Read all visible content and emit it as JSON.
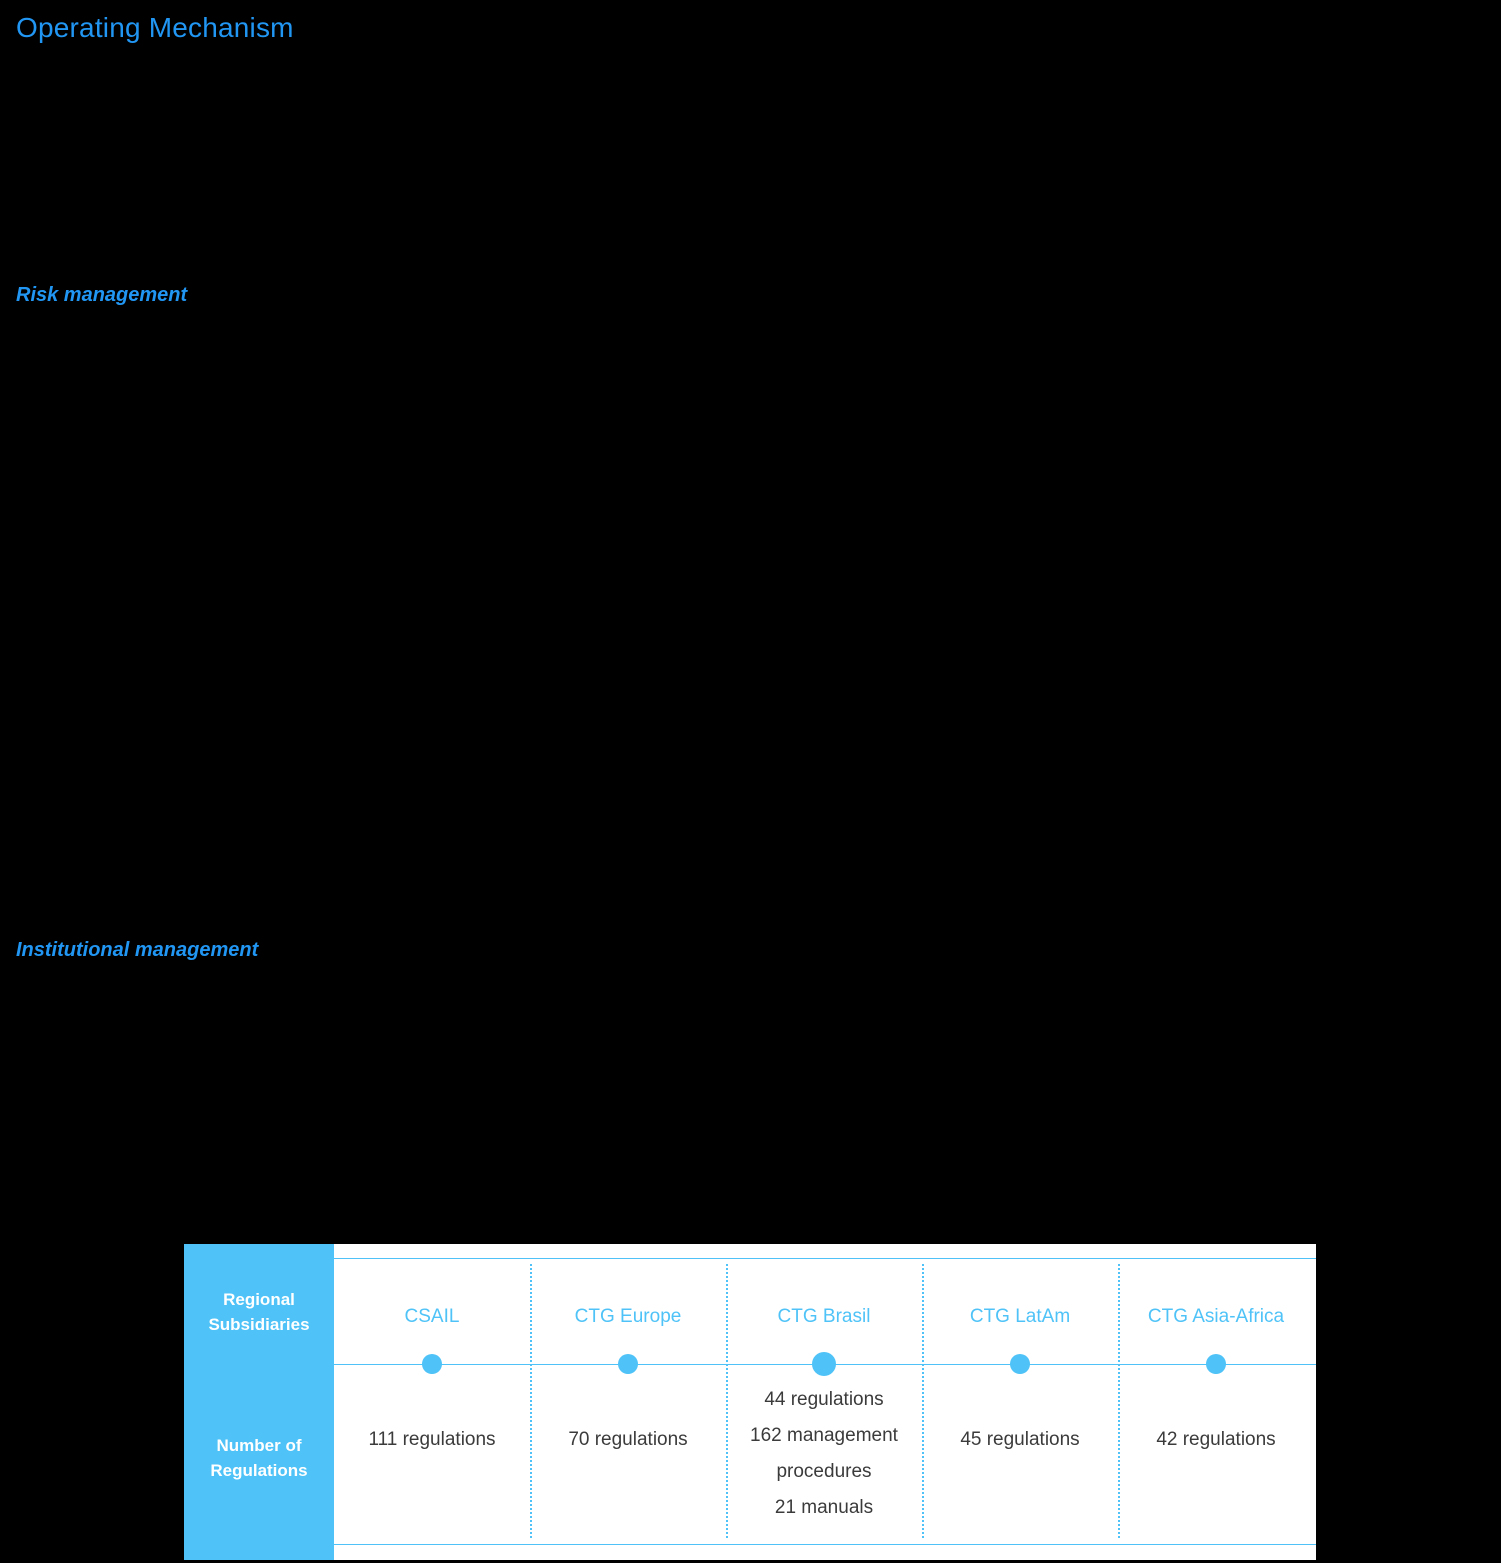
{
  "page": {
    "title": "Operating Mechanism",
    "sections": [
      {
        "label": "Risk management"
      },
      {
        "label": "Institutional management"
      }
    ],
    "accent_color": "#2196f3",
    "table_accent_color": "#4fc3f7",
    "background_color": "#000000",
    "card_background": "#ffffff"
  },
  "table": {
    "row_headers": {
      "top_line_1": "Regional",
      "top_line_2": "Subsidiaries",
      "bottom_line_1": "Number of",
      "bottom_line_2": "Regulations"
    },
    "columns": [
      {
        "name": "CSAIL",
        "values": [
          "111 regulations"
        ]
      },
      {
        "name": "CTG Europe",
        "values": [
          "70 regulations"
        ]
      },
      {
        "name": "CTG Brasil",
        "values": [
          "44 regulations",
          "162 management",
          "procedures",
          "21 manuals"
        ]
      },
      {
        "name": "CTG LatAm",
        "values": [
          "45 regulations"
        ]
      },
      {
        "name": "CTG Asia-Africa",
        "values": [
          "42 regulations"
        ]
      }
    ]
  }
}
